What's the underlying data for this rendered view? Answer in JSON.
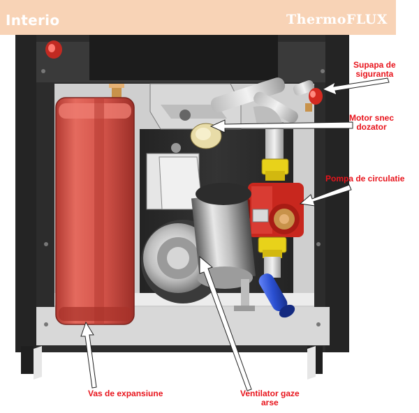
{
  "header": {
    "left_title": "Interio",
    "right_brand": "ThermoFLUX",
    "bg_color": "#f8d3b6"
  },
  "labels": {
    "safety_valve": {
      "line1": "Supapa de",
      "line2": "siguranta"
    },
    "auger_motor": {
      "line1": "Motor snec",
      "line2": "dozator"
    },
    "circulation_pump": {
      "line1": "Pompa de circulatie"
    },
    "expansion_vessel": {
      "line1": "Vas de expansiune"
    },
    "exhaust_fan": {
      "line1": "Ventilator gaze",
      "line2": "arse"
    }
  },
  "colors": {
    "label_red": "#e8141c",
    "cabinet": "#2b2b2b",
    "vessel_red": "#d9554a",
    "pump_red": "#c8271e",
    "valve_yellow": "#e8d21a",
    "pipe_blue": "#2a4fd0",
    "brass": "#c8924a"
  }
}
